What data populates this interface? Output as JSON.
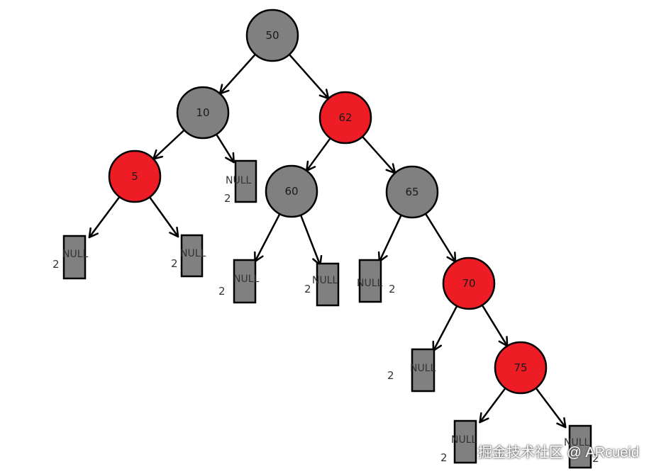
{
  "palette": {
    "black_node": "#808080",
    "red_node": "#ee1c24",
    "null_leaf": "#808080",
    "stroke": "#000000"
  },
  "nodes": [
    {
      "key": "n50",
      "label": "50",
      "color": "black"
    },
    {
      "key": "n10",
      "label": "10",
      "color": "black"
    },
    {
      "key": "n62",
      "label": "62",
      "color": "red"
    },
    {
      "key": "n5",
      "label": "5",
      "color": "red"
    },
    {
      "key": "n60",
      "label": "60",
      "color": "black"
    },
    {
      "key": "n65",
      "label": "65",
      "color": "black"
    },
    {
      "key": "n70",
      "label": "70",
      "color": "red"
    },
    {
      "key": "n75",
      "label": "75",
      "color": "red"
    }
  ],
  "null_leaves": [
    {
      "key": "nl10r",
      "parent": "n10",
      "label": "NULL",
      "black_height": "2"
    },
    {
      "key": "nl5l",
      "parent": "n5",
      "label": "NULL",
      "black_height": "2"
    },
    {
      "key": "nl5r",
      "parent": "n5",
      "label": "NULL",
      "black_height": "2"
    },
    {
      "key": "nl60l",
      "parent": "n60",
      "label": "NULL",
      "black_height": "2"
    },
    {
      "key": "nl60r",
      "parent": "n60",
      "label": "NULL",
      "black_height": "2"
    },
    {
      "key": "nl65l",
      "parent": "n65",
      "label": "NULL",
      "black_height": "2"
    },
    {
      "key": "nl70l",
      "parent": "n70",
      "label": "NULL",
      "black_height": "2"
    },
    {
      "key": "nl75l",
      "parent": "n75",
      "label": "NULL",
      "black_height": "2"
    },
    {
      "key": "nl75r",
      "parent": "n75",
      "label": "NULL",
      "black_height": "2"
    }
  ],
  "edges": [
    [
      "n50",
      "n10"
    ],
    [
      "n50",
      "n62"
    ],
    [
      "n10",
      "n5"
    ],
    [
      "n10",
      "nl10r"
    ],
    [
      "n62",
      "n60"
    ],
    [
      "n62",
      "n65"
    ],
    [
      "n5",
      "nl5l"
    ],
    [
      "n5",
      "nl5r"
    ],
    [
      "n60",
      "nl60l"
    ],
    [
      "n60",
      "nl60r"
    ],
    [
      "n65",
      "nl65l"
    ],
    [
      "n65",
      "n70"
    ],
    [
      "n70",
      "nl70l"
    ],
    [
      "n70",
      "n75"
    ],
    [
      "n75",
      "nl75l"
    ],
    [
      "n75",
      "nl75r"
    ]
  ],
  "watermark": "掘金技术社区 @ ARcueid"
}
